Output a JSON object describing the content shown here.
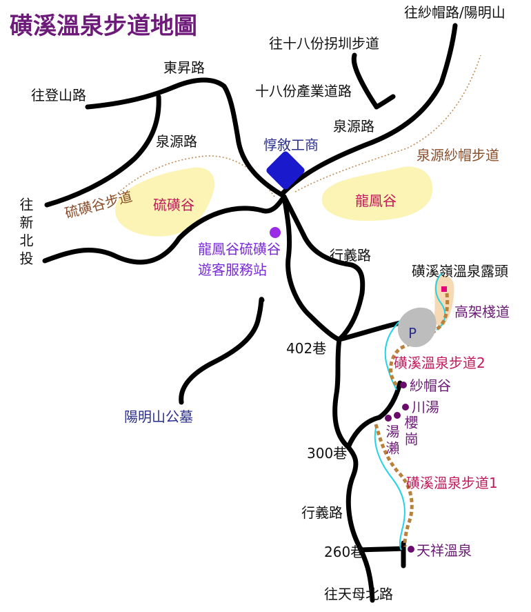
{
  "title": "磺溪溫泉步道地圖",
  "colors": {
    "road": "#000000",
    "trail": "#b8823c",
    "stream": "#22d3e6",
    "valley_fill": "#fbf4b4",
    "school_marker": "#1a1acc",
    "visitor_center_marker": "#9a2be6",
    "hotspring_marker": "#6a0a6a",
    "parking": "#bdbdbd"
  },
  "labels": {
    "to_shamao_yangmingshan": "往紗帽路/陽明山",
    "to_18fen_trail": "往十八份拐圳步道",
    "shibafen_industrial_road": "十八份產業道路",
    "to_dengshan_road": "往登山路",
    "dongsheng_road": "東昇路",
    "quanyuan_road_east": "泉源路",
    "quanyuan_road_west": "泉源路",
    "school": "惇敘工商",
    "quanyuan_shamao_trail": "泉源紗帽步道",
    "liuhuang_valley": "硫磺谷",
    "liuhuang_valley_trail": "硫磺谷步道",
    "longfeng_valley": "龍鳳谷",
    "to_xinbeitou": "往新北投",
    "visitor_center_line1": "龍鳳谷硫磺谷",
    "visitor_center_line2": "遊客服務站",
    "xingyi_road_north": "行義路",
    "xingyi_road_south": "行義路",
    "outcrop": "磺溪嶺溫泉露頭",
    "boardwalk": "高架棧道",
    "parking": "P",
    "lane_402": "402巷",
    "trail_2": "磺溪溫泉步道2",
    "shamao_valley": "紗帽谷",
    "chuan_tang": "川湯",
    "ying_gang": "櫻崗",
    "tang_lai": "湯瀨",
    "yangmingshan_cemetery": "陽明山公墓",
    "lane_300": "300巷",
    "trail_1": "磺溪溫泉步道1",
    "lane_260": "260巷",
    "tianxiang_hotspring": "天祥溫泉",
    "to_tianmu_north_road": "往天母北路"
  }
}
